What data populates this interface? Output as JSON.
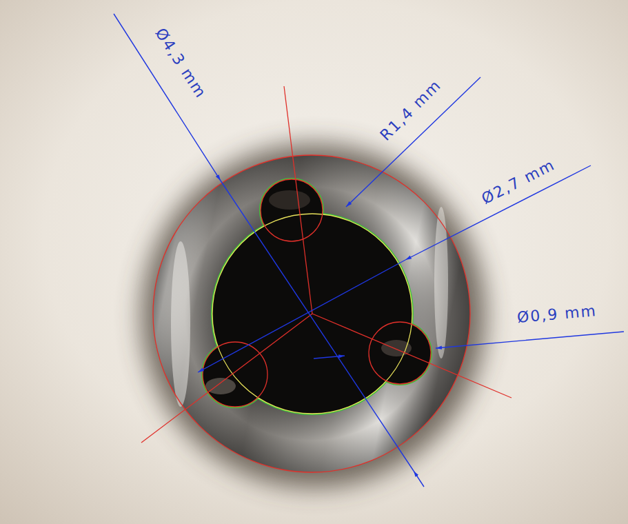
{
  "diagram": {
    "labels": [
      "Ø4,3 mm",
      "R1,4 mm",
      "Ø2,7 mm",
      "Ø0,9 mm"
    ]
  }
}
